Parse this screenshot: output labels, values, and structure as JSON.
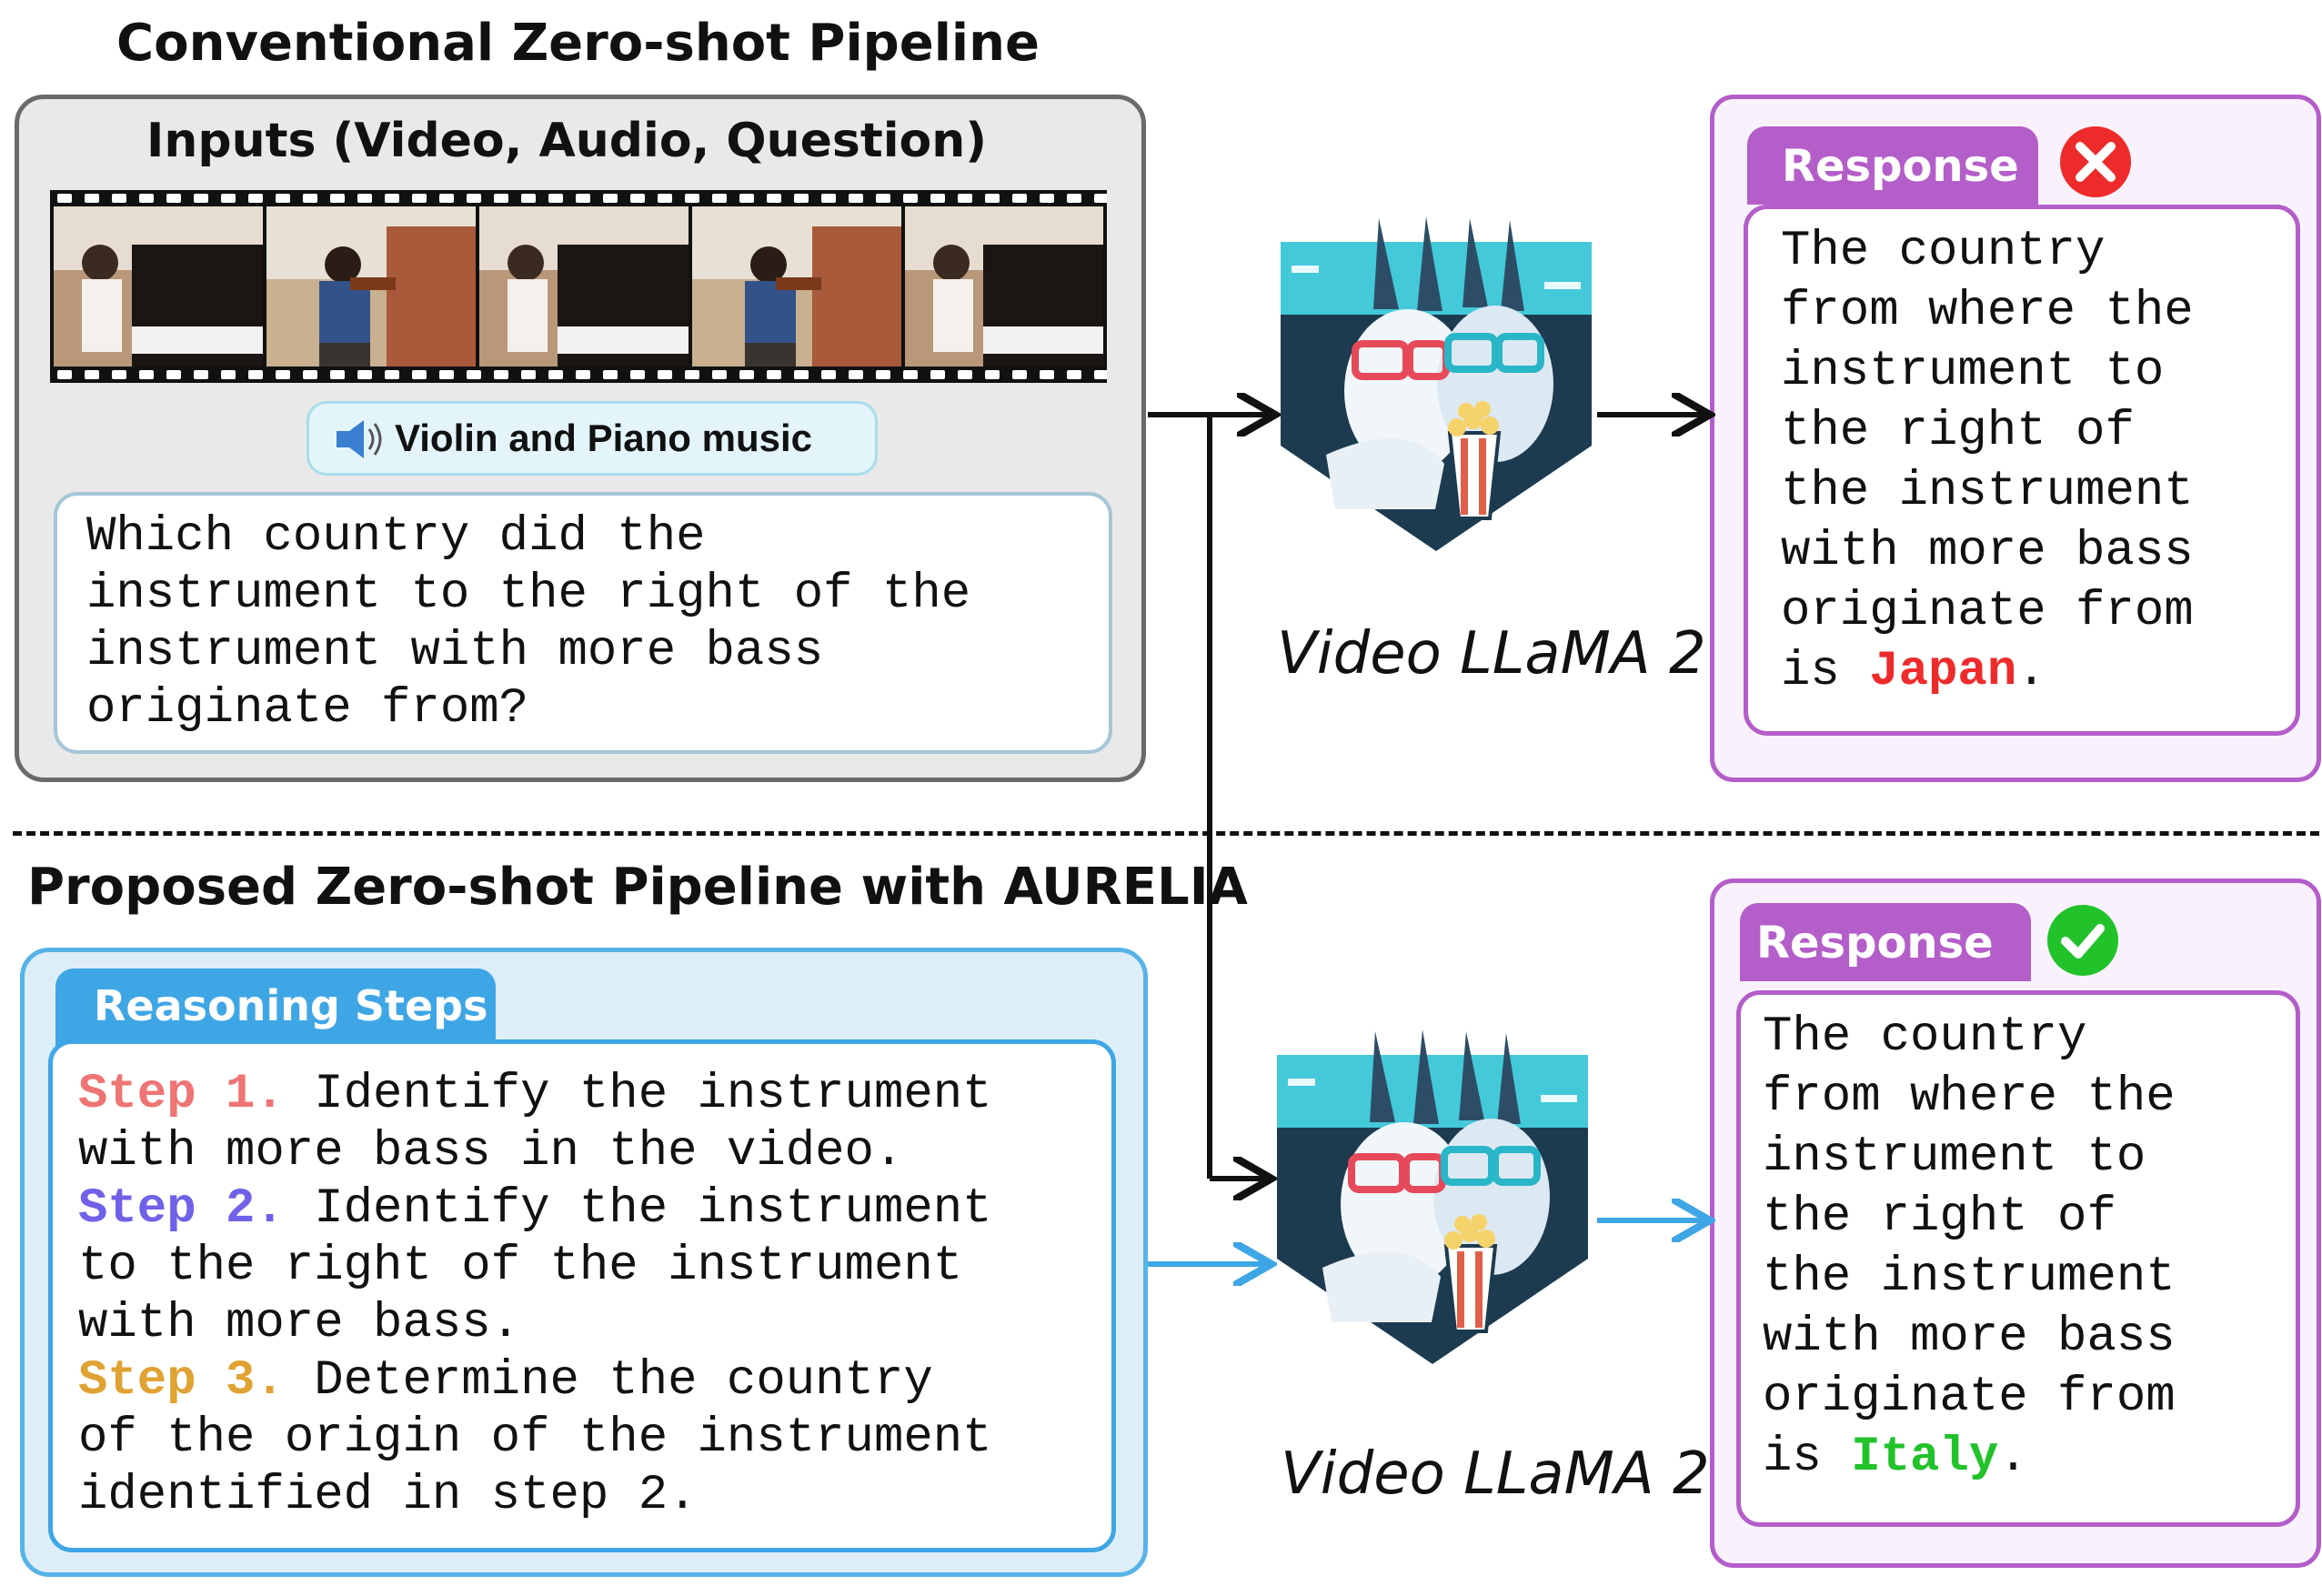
{
  "conventional": {
    "title": "Conventional Zero-shot Pipeline",
    "inputs_label": "Inputs (Video, Audio, Question)",
    "audio_label": "Violin and Piano music",
    "question": "Which country did the\ninstrument to the right of the\ninstrument with more bass\noriginate from?"
  },
  "proposed": {
    "title": "Proposed Zero-shot Pipeline with AURELIA",
    "reasoning_tab": "Reasoning Steps",
    "steps": [
      {
        "label": "Step 1.",
        "text": " Identify the instrument\nwith more bass in the video."
      },
      {
        "label": "Step 2.",
        "text": " Identify the instrument\nto the right of the instrument\nwith more bass."
      },
      {
        "label": "Step 3.",
        "text": " Determine the country\nof the origin of the instrument\nidentified in step 2."
      }
    ]
  },
  "model": {
    "name_top": "Video LLaMA 2",
    "name_bottom": "Video LLaMA 2"
  },
  "responses": {
    "tab_label": "Response",
    "top": {
      "text_before": "The country\nfrom where the\ninstrument to\nthe right of\nthe instrument\nwith more bass\noriginate from\nis ",
      "answer": "Japan",
      "text_after": ".",
      "status_icon": "cross-icon"
    },
    "bottom": {
      "text_before": "The country\nfrom where the\ninstrument to\nthe right of\nthe instrument\nwith more bass\noriginate from\nis ",
      "answer": "Italy",
      "text_after": ".",
      "status_icon": "check-icon"
    }
  },
  "colors": {
    "step1": "#ef7474",
    "step2": "#6f62e8",
    "step3": "#e0a233",
    "wrong": "#ee2b2b",
    "correct": "#22c22b",
    "blue_accent": "#56b3e8",
    "purple_accent": "#b45ec9"
  }
}
